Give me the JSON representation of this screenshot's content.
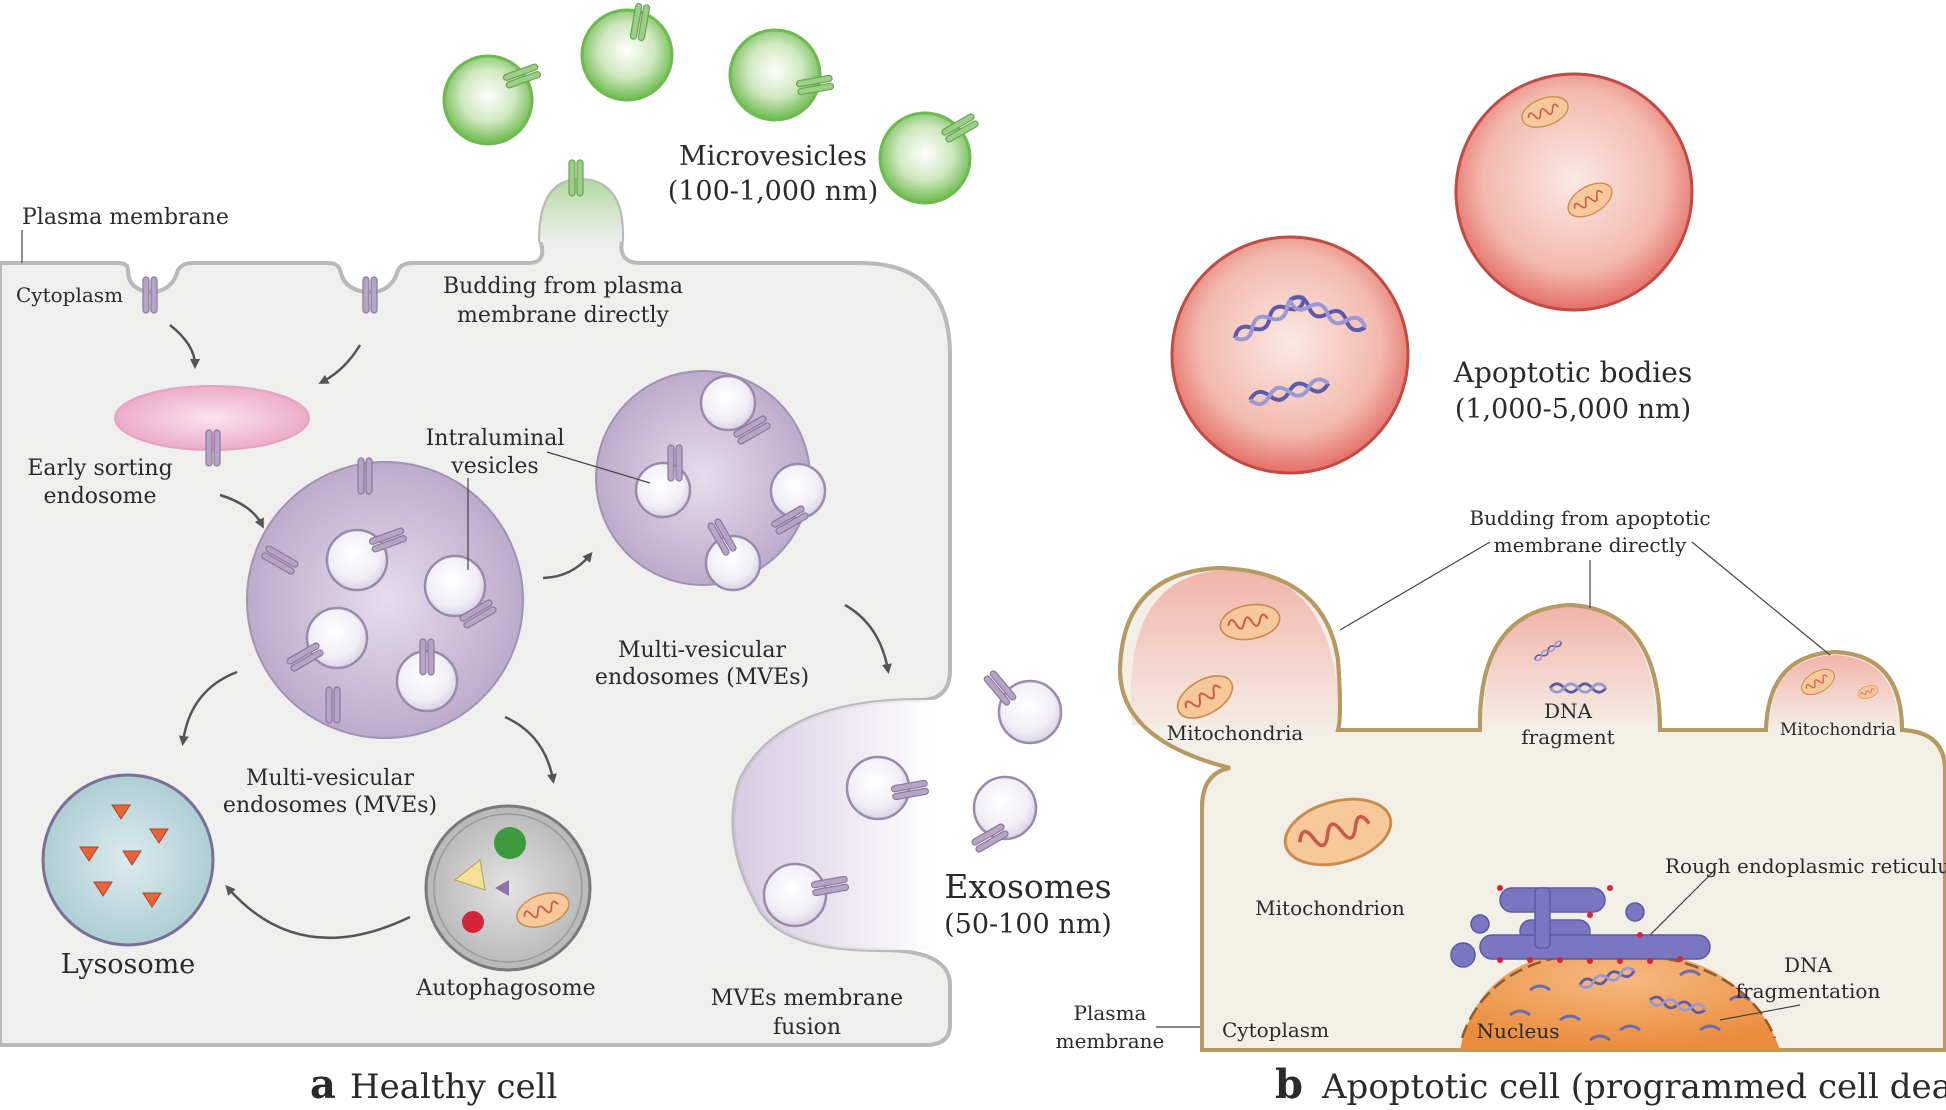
{
  "panel_a": {
    "letter": "a",
    "title": "Healthy cell",
    "labels": {
      "plasma_membrane": "Plasma membrane",
      "cytoplasm": "Cytoplasm",
      "budding_line1": "Budding from plasma",
      "budding_line2": "membrane directly",
      "microvesicles": "Microvesicles",
      "microvesicles_size": "(100-1,000 nm)",
      "early_sorting_line1": "Early sorting",
      "early_sorting_line2": "endosome",
      "intraluminal_line1": "Intraluminal",
      "intraluminal_line2": "vesicles",
      "mve_top_line1": "Multi-vesicular",
      "mve_top_line2": "endosomes (MVEs)",
      "mve_bottom_line1": "Multi-vesicular",
      "mve_bottom_line2": "endosomes (MVEs)",
      "lysosome": "Lysosome",
      "autophagosome": "Autophagosome",
      "mves_fusion_line1": "MVEs membrane",
      "mves_fusion_line2": "fusion",
      "exosomes": "Exosomes",
      "exosomes_size": "(50-100 nm)"
    }
  },
  "panel_b": {
    "letter": "b",
    "title": "Apoptotic cell (programmed cell death)",
    "labels": {
      "apoptotic_bodies": "Apoptotic bodies",
      "apoptotic_size": "(1,000-5,000 nm)",
      "budding_line1": "Budding from apoptotic",
      "budding_line2": "membrane directly",
      "mitochondria_left": "Mitochondria",
      "dna_line1": "DNA",
      "dna_line2": "fragment",
      "mitochondria_right": "Mitochondria",
      "mitochondrion": "Mitochondrion",
      "rough_er": "Rough endoplasmic reticulum",
      "dna_frag_line1": "DNA",
      "dna_frag_line2": "fragmentation",
      "nucleus": "Nucleus",
      "plasma_line1": "Plasma",
      "plasma_line2": "membrane",
      "cytoplasm": "Cytoplasm"
    }
  },
  "colors": {
    "cell_fill": "#efefee",
    "cell_stroke": "#b9b9b9",
    "green_vesicle": "#6cbb4e",
    "mve_purple": "#b9a6c8",
    "receptor": "#b7a3c5",
    "lysosome": "#b6d3d9",
    "apoptotic_pink": "#e9837e",
    "apoptotic_cell_stroke": "#b79a62",
    "nucleus_orange": "#ee9a4d",
    "er_blue": "#7a76c1"
  }
}
